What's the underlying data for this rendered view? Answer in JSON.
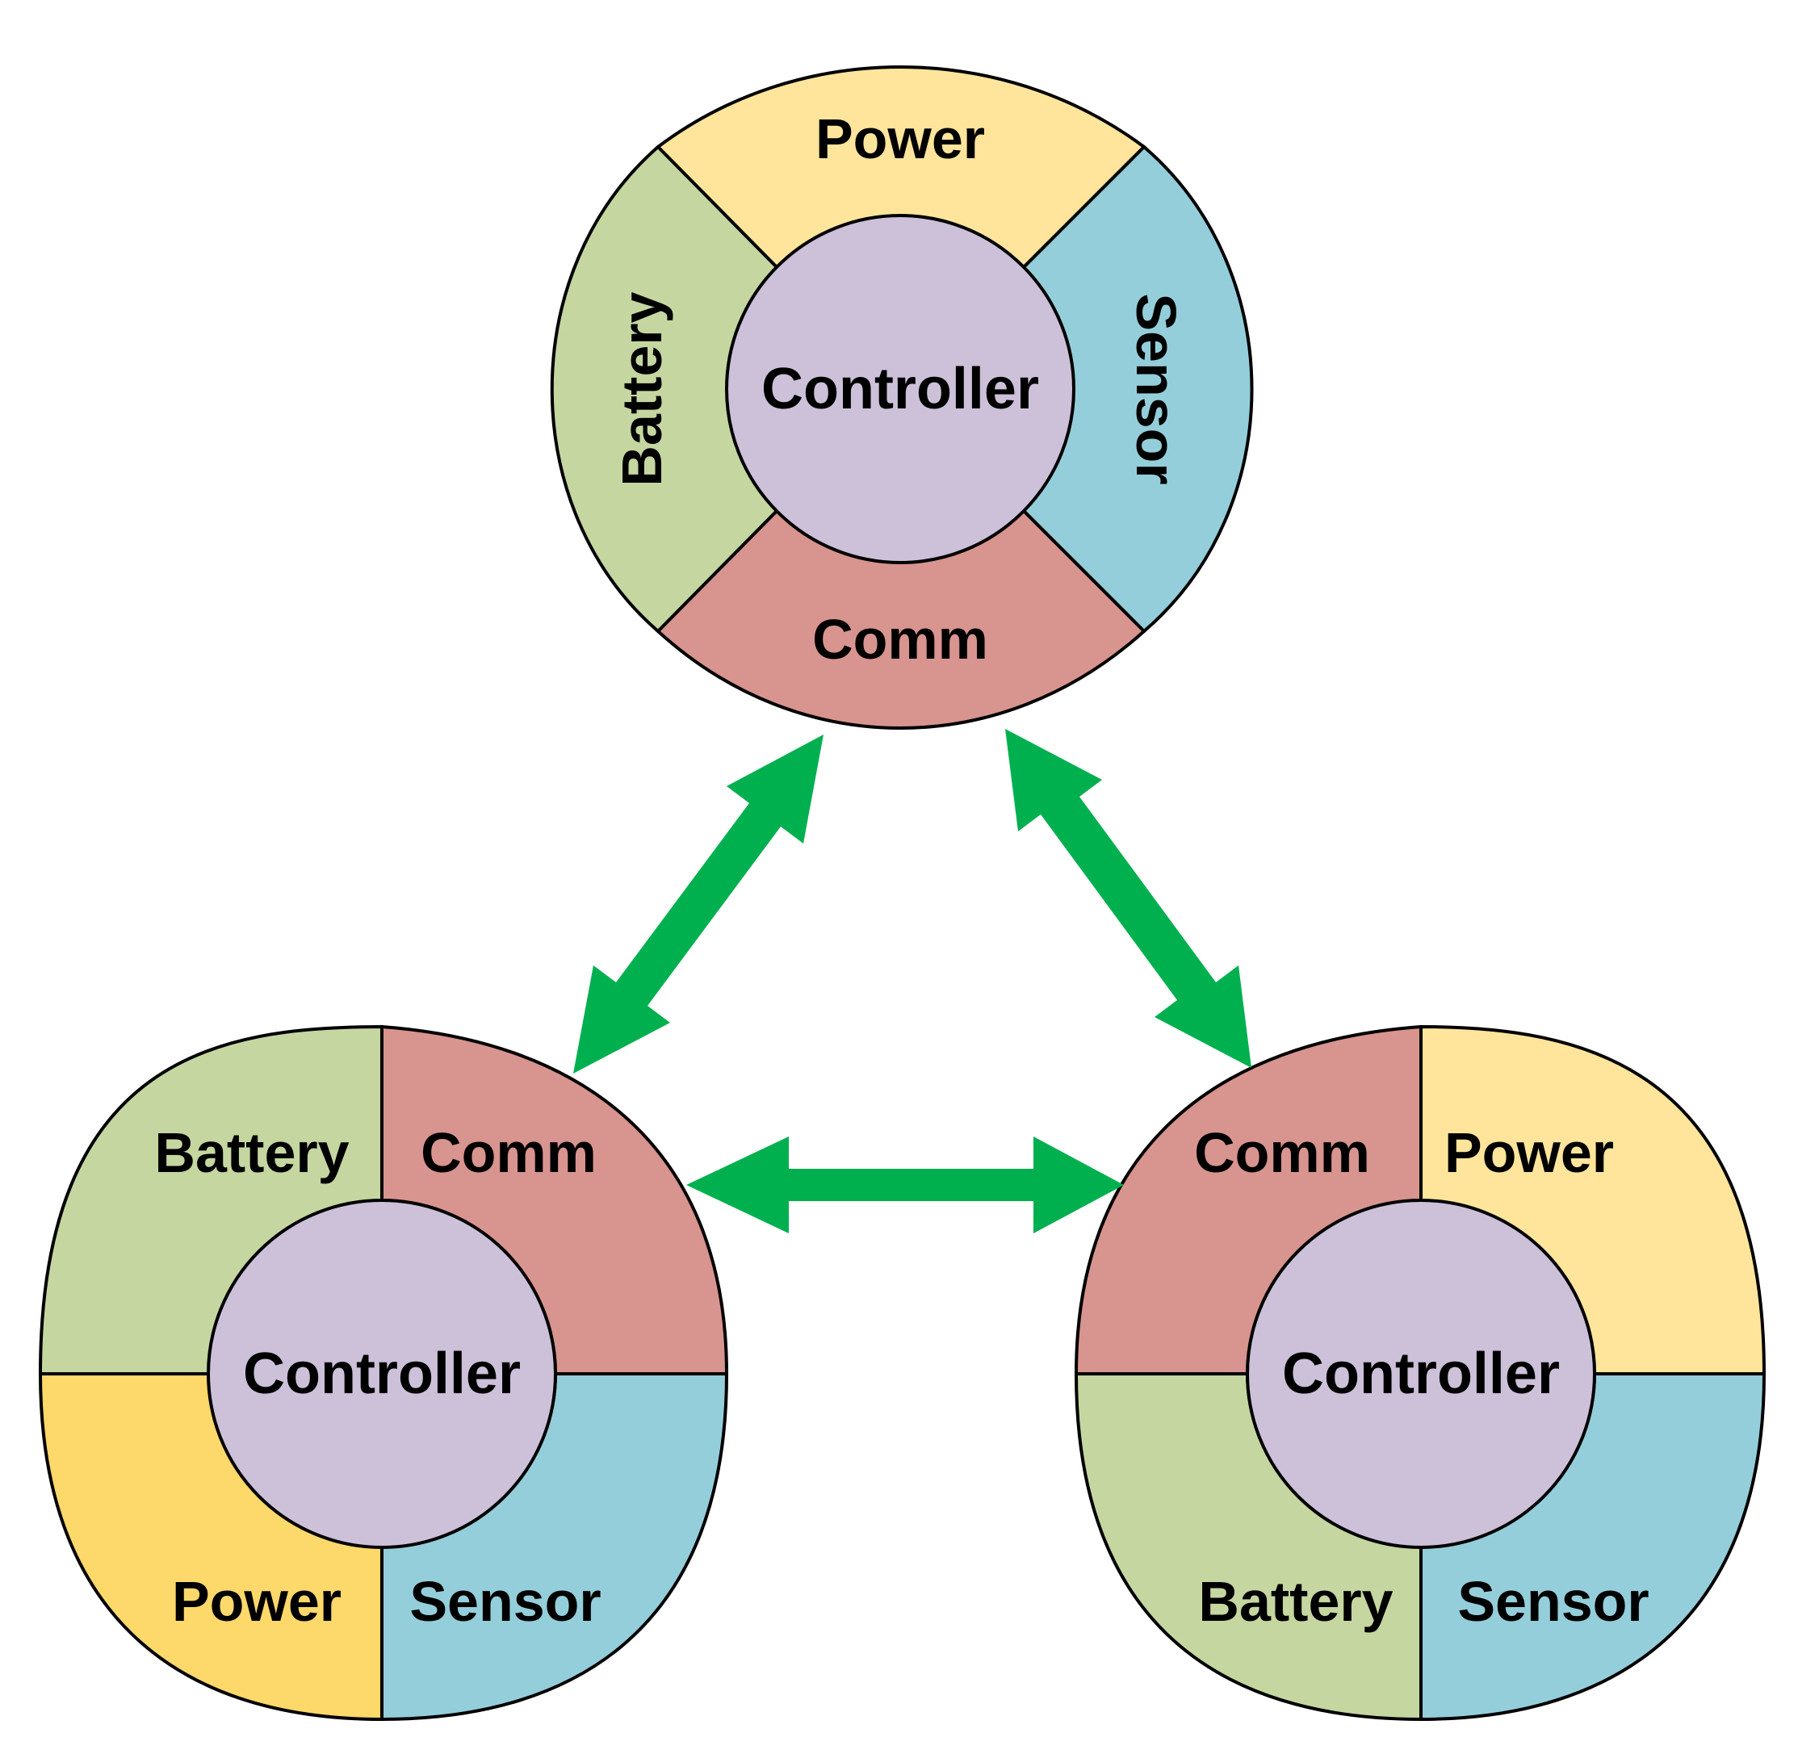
{
  "colors": {
    "power": "#fee59b",
    "power_alt": "#fdd86a",
    "battery": "#c5d6a0",
    "sensor": "#94ceda",
    "comm": "#d8948f",
    "controller": "#ccc1d9",
    "arrow": "#00b04f",
    "outline": "#000000"
  },
  "nodes": {
    "top": {
      "power": "Power",
      "battery": "Battery",
      "sensor": "Sensor",
      "comm": "Comm",
      "controller": "Controller"
    },
    "left": {
      "battery": "Battery",
      "comm": "Comm",
      "power": "Power",
      "sensor": "Sensor",
      "controller": "Controller"
    },
    "right": {
      "comm": "Comm",
      "power": "Power",
      "battery": "Battery",
      "sensor": "Sensor",
      "controller": "Controller"
    }
  }
}
